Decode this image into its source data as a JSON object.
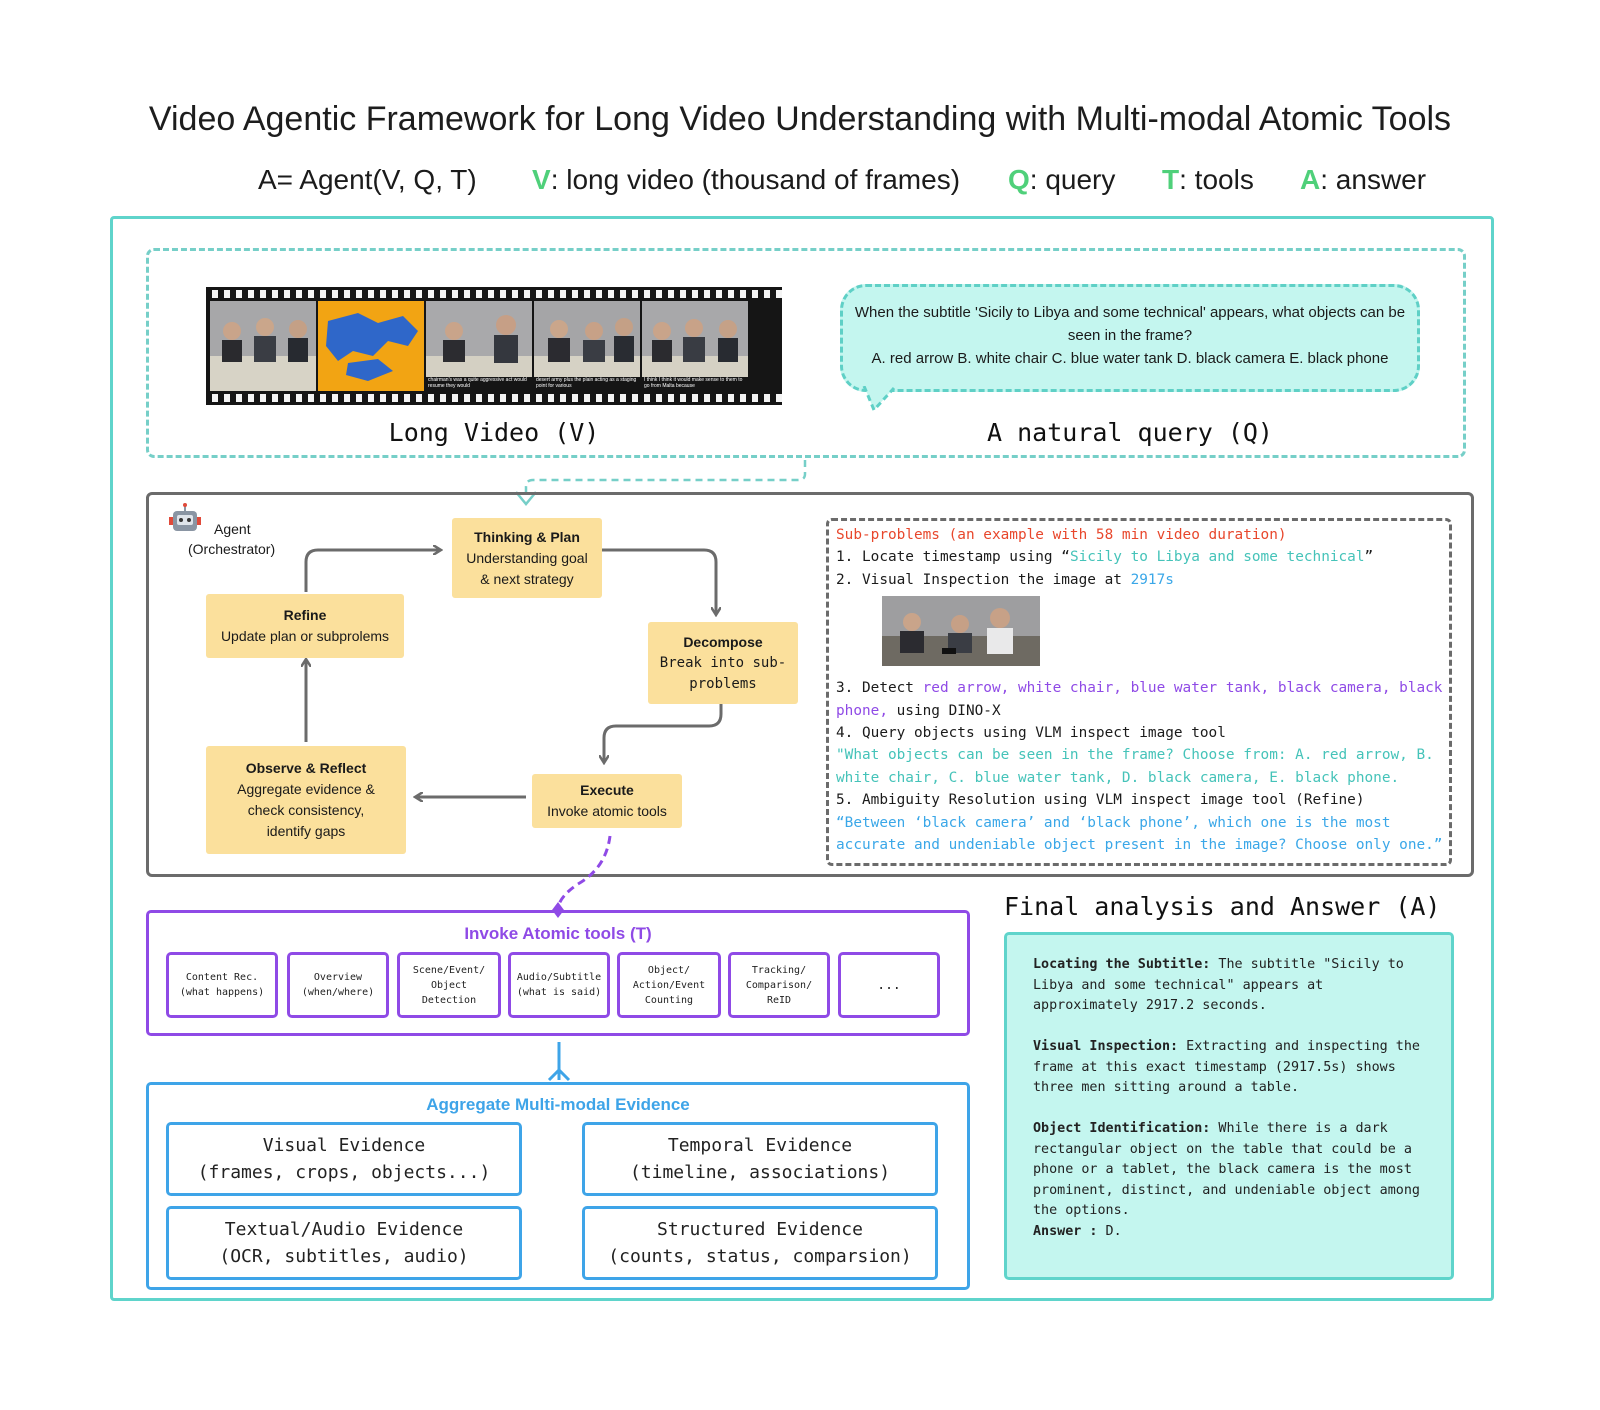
{
  "title": "Video Agentic Framework for Long Video Understanding with Multi-modal Atomic Tools",
  "formula": {
    "agent": "A= Agent(V, Q, T)",
    "v_key": "V",
    "v_desc": ": long video (thousand of frames)",
    "q_key": "Q",
    "q_desc": ": query",
    "t_key": "T",
    "t_desc": ": tools",
    "a_key": "A",
    "a_desc": ": answer"
  },
  "input": {
    "video_caption": "Long Video (V)",
    "query_caption": "A natural query (Q)",
    "query_text_1": "When the subtitle 'Sicily to Libya and some technical' appears, what objects can be seen in the frame?",
    "query_text_2": "A. red arrow B. white chair C. blue water tank D. black camera E. black phone",
    "frame_subtitles": [
      "",
      "",
      "chairman's was a quite aggressive act would resume they would",
      "desert army plus the plain acting as a staging point for various",
      "I think I think it would make sense to them to go from Malta because"
    ]
  },
  "agent": {
    "label": "Agent",
    "sublabel": "(Orchestrator)",
    "nodes": {
      "thinking": {
        "title": "Thinking & Plan",
        "line1": "Understanding goal",
        "line2": "& next strategy"
      },
      "decompose": {
        "title": "Decompose",
        "line1": "Break into sub-",
        "line2": "problems"
      },
      "execute": {
        "title": "Execute",
        "line1": "Invoke atomic tools"
      },
      "observe": {
        "title": "Observe & Reflect",
        "line1": "Aggregate evidence &",
        "line2": "check consistency,",
        "line3": "identify gaps"
      },
      "refine": {
        "title": "Refine",
        "line1": "Update plan or subprolems"
      }
    }
  },
  "subproblems": {
    "header": "Sub-problems (an example with 58 min video duration)",
    "s1_a": "1. Locate timestamp using “",
    "s1_b": "Sicily to Libya and some technical",
    "s1_c": "”",
    "s2_a": "2. Visual Inspection the image at ",
    "s2_b": "2917s",
    "s3_a": "3. Detect ",
    "s3_b": "red arrow, white chair, blue water tank, black camera, black",
    "s3_c": "phone,",
    "s3_d": " using DINO-X",
    "s4": "4. Query objects using VLM inspect image tool",
    "s4_q1": "\"What objects can be seen in the frame? Choose from: A. red arrow, B.",
    "s4_q2": "white chair, C. blue water tank, D. black camera, E. black phone.",
    "s5": "5. Ambiguity Resolution using VLM inspect image tool (Refine)",
    "s5_q1": "“Between ‘black camera’ and ‘black phone’, which one is the most",
    "s5_q2": "accurate and undeniable object present in the image? Choose only one.”"
  },
  "tools": {
    "title": "Invoke Atomic tools (T)",
    "items": [
      {
        "l1": "Content Rec.",
        "l2": "(what happens)",
        "l3": ""
      },
      {
        "l1": "Overview",
        "l2": "(when/where)",
        "l3": ""
      },
      {
        "l1": "Scene/Event/",
        "l2": "Object",
        "l3": "Detection"
      },
      {
        "l1": "Audio/Subtitle",
        "l2": "(what is said)",
        "l3": ""
      },
      {
        "l1": "Object/",
        "l2": "Action/Event",
        "l3": "Counting"
      },
      {
        "l1": "Tracking/",
        "l2": "Comparison/",
        "l3": "ReID"
      },
      {
        "l1": "...",
        "l2": "",
        "l3": ""
      }
    ]
  },
  "evidence": {
    "title": "Aggregate Multi-modal Evidence",
    "visual": {
      "l1": "Visual Evidence",
      "l2": "(frames, crops, objects...)"
    },
    "temporal": {
      "l1": "Temporal Evidence",
      "l2": "(timeline, associations)"
    },
    "textual": {
      "l1": "Textual/Audio Evidence",
      "l2": "(OCR, subtitles, audio)"
    },
    "structured": {
      "l1": "Structured Evidence",
      "l2": "(counts, status, comparsion)"
    }
  },
  "final": {
    "title": "Final analysis and Answer (A)",
    "p1_label": "Locating the Subtitle:",
    "p1_text": " The subtitle \"Sicily to Libya and some technical\" appears at approximately 2917.2 seconds.",
    "p2_label": "Visual Inspection:",
    "p2_text": " Extracting and inspecting the frame at this exact timestamp (2917.5s) shows three men sitting around a table.",
    "p3_label": "Object Identification:",
    "p3_text": " While there is a dark rectangular object on the table that could be a phone or a tablet, the black camera is the most prominent, distinct, and undeniable object among the options.",
    "answer_label": "Answer :",
    "answer_value": " D."
  },
  "colors": {
    "teal": "#5fd4cb",
    "node_fill": "#fbe09c",
    "purple": "#8f4ae6",
    "blue": "#3ea4e8",
    "red": "#e8472c",
    "green": "#4fd07a"
  }
}
